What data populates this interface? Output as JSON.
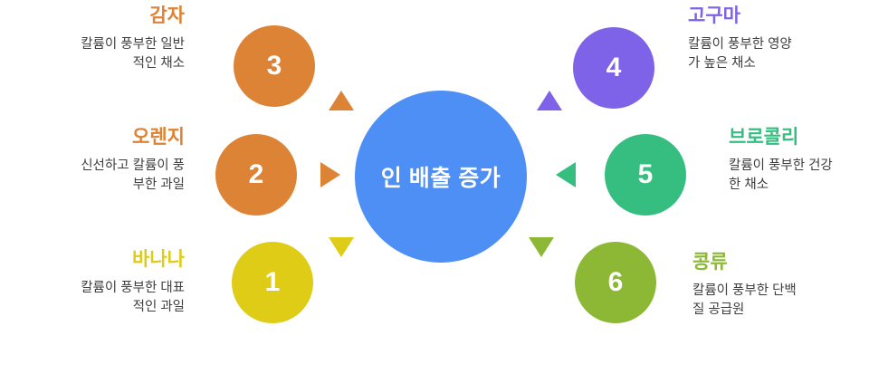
{
  "center": {
    "text": "인 배출 증가",
    "color": "#4D8FF5"
  },
  "nodes": [
    {
      "id": "node-3",
      "number": "3",
      "title": "감자",
      "description": "칼륨이 풍부한 일반\n적인 채소",
      "color": "#DD8335",
      "side": "left",
      "arrow": "up"
    },
    {
      "id": "node-2",
      "number": "2",
      "title": "오렌지",
      "description": "신선하고 칼륨이 풍\n부한 과일",
      "color": "#DD8335",
      "side": "left",
      "arrow": "right"
    },
    {
      "id": "node-1",
      "number": "1",
      "title": "바나나",
      "description": "칼륨이 풍부한 대표\n적인 과일",
      "color": "#DFCC17",
      "side": "left",
      "arrow": "down"
    },
    {
      "id": "node-4",
      "number": "4",
      "title": "고구마",
      "description": "칼륨이 풍부한 영양\n가 높은 채소",
      "color": "#7E62E8",
      "side": "right",
      "arrow": "up"
    },
    {
      "id": "node-5",
      "number": "5",
      "title": "브로콜리",
      "description": "칼륨이 풍부한 건강\n한 채소",
      "color": "#35BE7F",
      "side": "right",
      "arrow": "left"
    },
    {
      "id": "node-6",
      "number": "6",
      "title": "콩류",
      "description": "칼륨이 풍부한 단백\n질 공급원",
      "color": "#8CB836",
      "side": "right",
      "arrow": "down"
    }
  ]
}
